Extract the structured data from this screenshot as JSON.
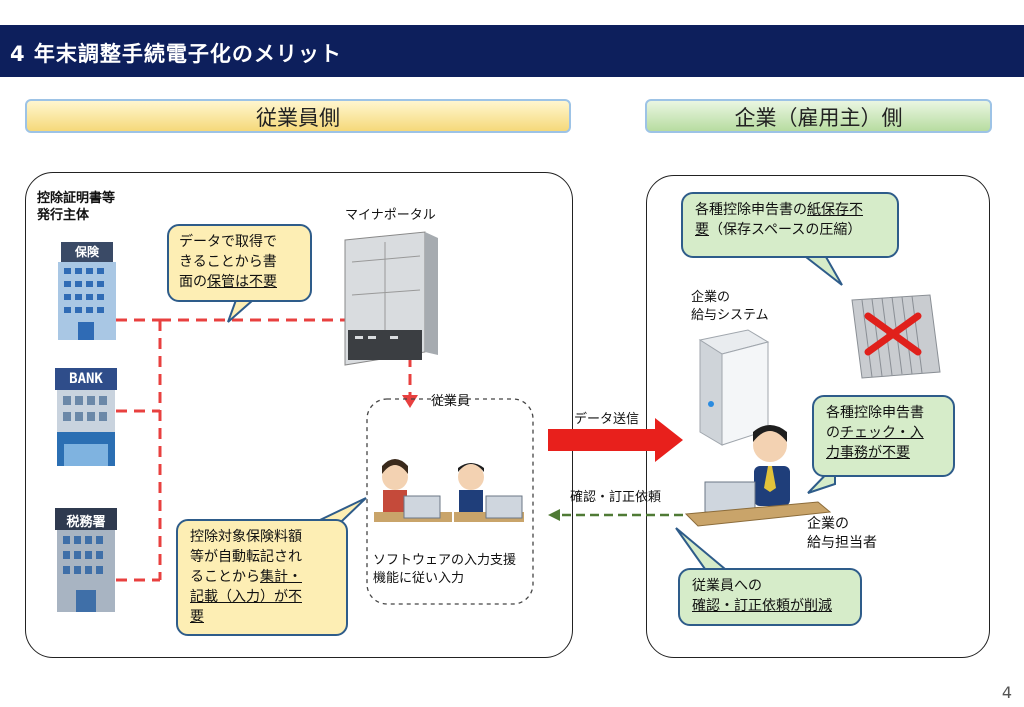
{
  "header": {
    "title": "4 年末調整手続電子化のメリット"
  },
  "tabs": {
    "employee_side": "従業員側",
    "company_side": "企業（雇用主）側"
  },
  "employee_panel": {
    "issuer_label_line1": "控除証明書等",
    "issuer_label_line2": "発行主体",
    "bank_sign": "BANK",
    "insurance_sign": "保険",
    "tax_office_sign": "税務署",
    "myna_portal_label": "マイナポータル",
    "employee_label": "従業員",
    "software_line1": "ソフトウェアの入力支援",
    "software_line2": "機能に従い入力",
    "bubble_top": {
      "line1": "データで取得で",
      "line2": "きることから書",
      "line3_plain": "面の",
      "line3_underlined": "保管は不要"
    },
    "bubble_bottom": {
      "line1": "控除対象保険料額",
      "line2": "等が自動転記され",
      "line3_plain": "ることから",
      "line3_underlined": "集計・",
      "line4_underlined": "記載（入力）が不",
      "line5_underlined": "要"
    }
  },
  "flows": {
    "data_send": "データ送信",
    "confirm_request": "確認・訂正依頼"
  },
  "company_panel": {
    "bubble_top": {
      "line1_plain": "各種控除申告書の",
      "line1_underlined": "紙保存不",
      "line2_underlined": "要",
      "line2_plain": "（保存スペースの圧縮）"
    },
    "system_label_line1": "企業の",
    "system_label_line2": "給与システム",
    "bubble_mid": {
      "line1": "各種控除申告書",
      "line2_plain": "の",
      "line2_underlined": "チェック・入",
      "line3_underlined": "力事務が不要"
    },
    "staff_label_line1": "企業の",
    "staff_label_line2": "給与担当者",
    "bubble_bottom": {
      "line1": "従業員への",
      "line2_underlined": "確認・訂正依頼が削減"
    }
  },
  "page_number": "4"
}
